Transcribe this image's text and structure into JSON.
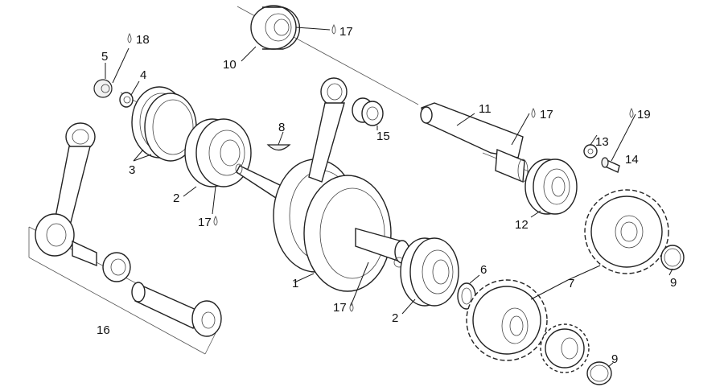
{
  "callouts": {
    "c1": "1",
    "c2a": "2",
    "c2b": "2",
    "c3": "3",
    "c4": "4",
    "c5": "5",
    "c6": "6",
    "c7": "7",
    "c8": "8",
    "c9a": "9",
    "c9b": "9",
    "c10": "10",
    "c11": "11",
    "c12": "12",
    "c13": "13",
    "c14": "14",
    "c15": "15",
    "c16": "16",
    "lub17a": "17",
    "lub17b": "17",
    "lub17c": "17",
    "lub17d": "17",
    "lub18": "18",
    "lub19": "19"
  }
}
